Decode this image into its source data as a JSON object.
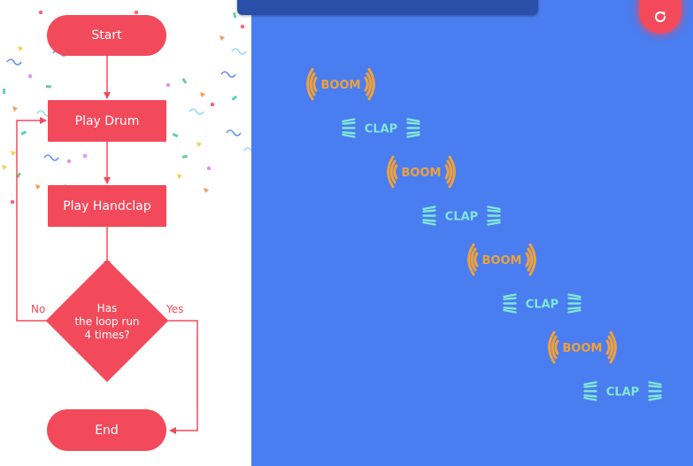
{
  "flowchart": {
    "start_label": "Start",
    "step1_label": "Play Drum",
    "step2_label": "Play Handclap",
    "decision_lines": [
      "Has",
      "the loop run",
      "4 times?"
    ],
    "no_label": "No",
    "yes_label": "Yes",
    "end_label": "End"
  },
  "sequence": [
    {
      "type": "boom",
      "label": "BOOM"
    },
    {
      "type": "clap",
      "label": "CLAP"
    },
    {
      "type": "boom",
      "label": "BOOM"
    },
    {
      "type": "clap",
      "label": "CLAP"
    },
    {
      "type": "boom",
      "label": "BOOM"
    },
    {
      "type": "clap",
      "label": "CLAP"
    },
    {
      "type": "boom",
      "label": "BOOM"
    },
    {
      "type": "clap",
      "label": "CLAP"
    }
  ],
  "controls": {
    "restart_icon": "refresh-icon"
  },
  "colors": {
    "node": "#f24a5b",
    "stage_background": "#4a7def",
    "boom": "#f0a13a",
    "clap": "#7fe7d6"
  }
}
